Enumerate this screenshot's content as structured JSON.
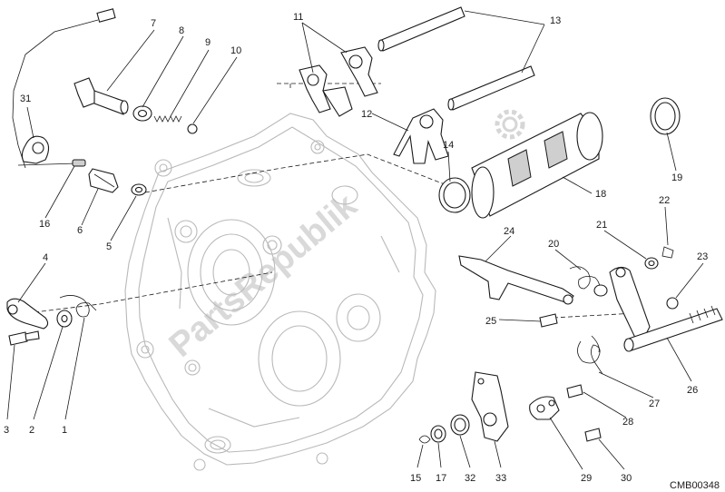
{
  "diagram": {
    "reference_code": "CMB00348",
    "watermark": "PartsRepublik",
    "callouts": [
      {
        "id": "c1",
        "text": "1"
      },
      {
        "id": "c2",
        "text": "2"
      },
      {
        "id": "c3",
        "text": "3"
      },
      {
        "id": "c4",
        "text": "4"
      },
      {
        "id": "c5",
        "text": "5"
      },
      {
        "id": "c6",
        "text": "6"
      },
      {
        "id": "c7",
        "text": "7"
      },
      {
        "id": "c8",
        "text": "8"
      },
      {
        "id": "c9",
        "text": "9"
      },
      {
        "id": "c10",
        "text": "10"
      },
      {
        "id": "c11",
        "text": "11"
      },
      {
        "id": "c12",
        "text": "12"
      },
      {
        "id": "c13",
        "text": "13"
      },
      {
        "id": "c14",
        "text": "14"
      },
      {
        "id": "c15",
        "text": "15"
      },
      {
        "id": "c16",
        "text": "16"
      },
      {
        "id": "c17",
        "text": "17"
      },
      {
        "id": "c18",
        "text": "18"
      },
      {
        "id": "c19",
        "text": "19"
      },
      {
        "id": "c20",
        "text": "20"
      },
      {
        "id": "c21",
        "text": "21"
      },
      {
        "id": "c22",
        "text": "22"
      },
      {
        "id": "c23",
        "text": "23"
      },
      {
        "id": "c24",
        "text": "24"
      },
      {
        "id": "c25",
        "text": "25"
      },
      {
        "id": "c26",
        "text": "26"
      },
      {
        "id": "c27",
        "text": "27"
      },
      {
        "id": "c28",
        "text": "28"
      },
      {
        "id": "c29",
        "text": "29"
      },
      {
        "id": "c30",
        "text": "30"
      },
      {
        "id": "c31",
        "text": "31"
      },
      {
        "id": "c32",
        "text": "32"
      },
      {
        "id": "c33",
        "text": "33"
      }
    ]
  }
}
